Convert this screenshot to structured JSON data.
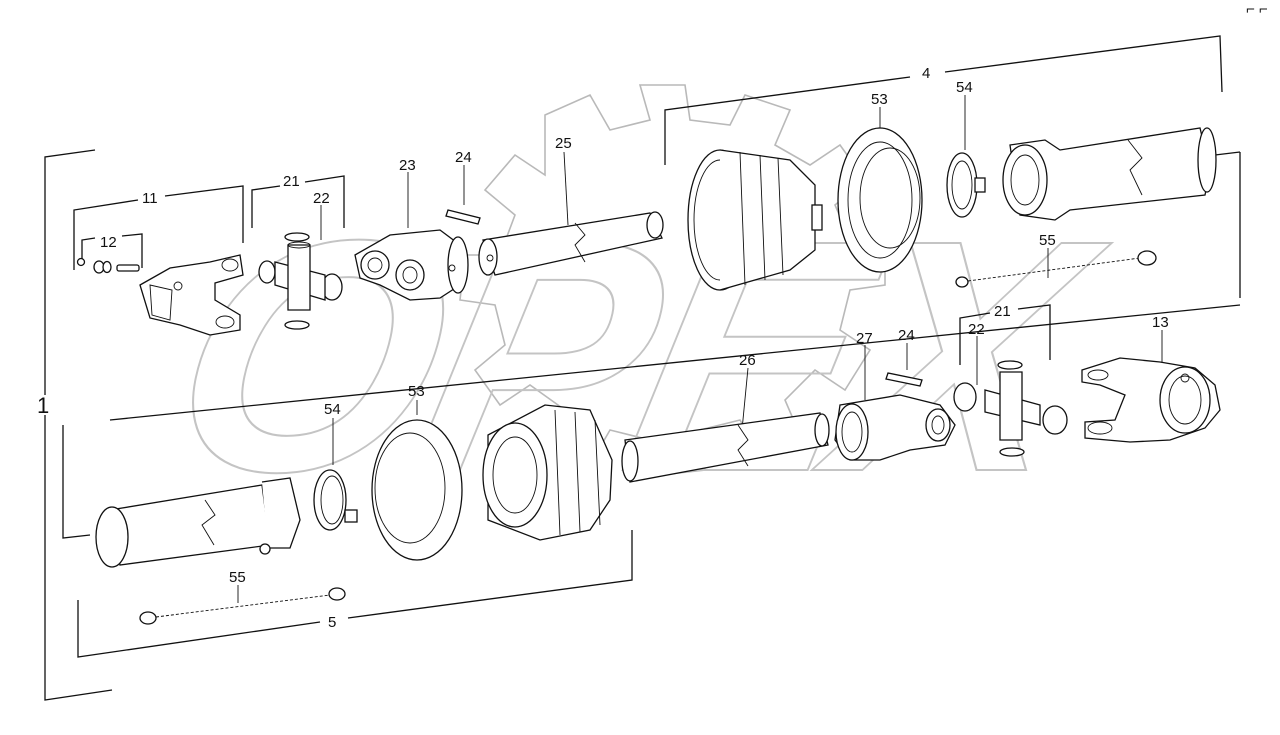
{
  "diagram": {
    "watermark_text": "OPEX",
    "corner_mark": "⌐ ⌐",
    "callouts": {
      "assembly": "1",
      "half_top": "4",
      "half_bottom": "5",
      "yoke_top": "11",
      "bolt_kit": "12",
      "yoke_bottom": "13",
      "cross_kit_top": "21",
      "cross_top": "22",
      "inner_yoke_top": "23",
      "pin_top": "24",
      "tube_top": "25",
      "tube_bottom": "26",
      "inner_yoke_bottom": "27",
      "pin_bottom": "24",
      "cross_kit_bottom": "21",
      "cross_bottom": "22",
      "cone_top": "53",
      "cone_bottom": "53",
      "bearing_top": "54",
      "bearing_bottom": "54",
      "chain_top": "55",
      "chain_bottom": "55"
    }
  }
}
